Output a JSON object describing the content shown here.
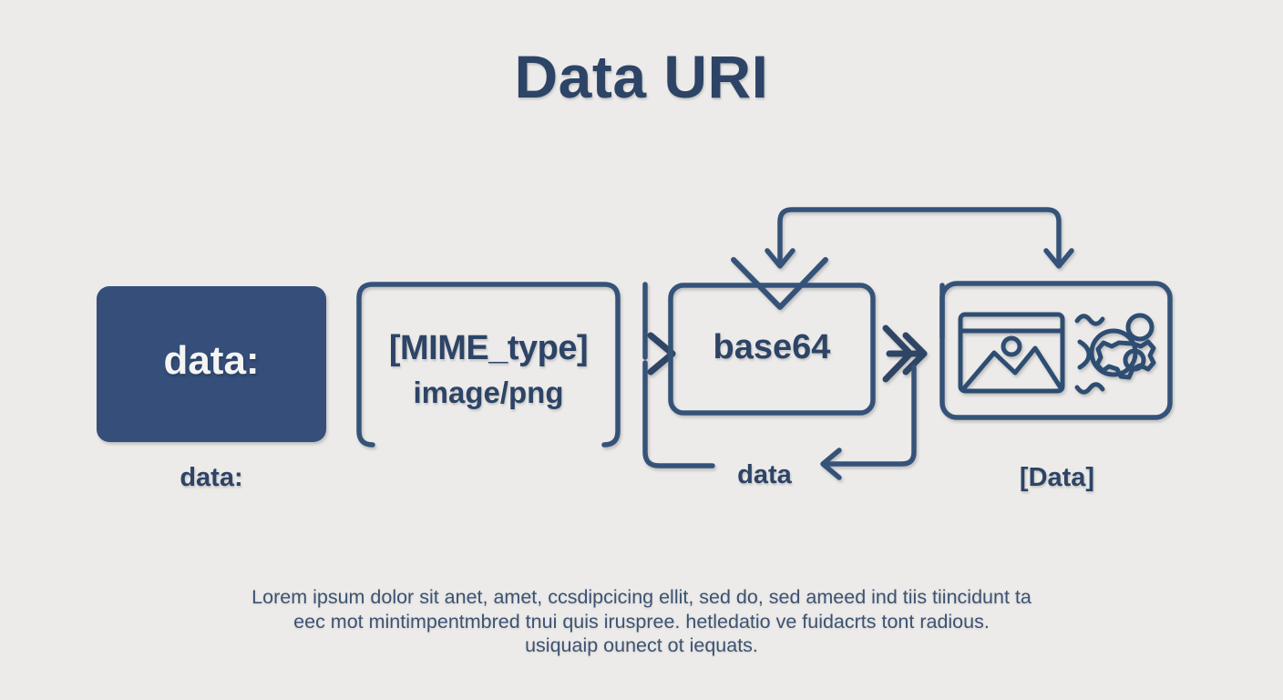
{
  "page": {
    "title": "Data URI",
    "background_color": "#ecebea",
    "accent_color": "#2d4466",
    "stroke_color": "#355379",
    "chip_fill": "#34507a",
    "chip_text_color": "#f4f4f3"
  },
  "nodes": {
    "data_chip": {
      "text": "data:",
      "caption": "data:",
      "shape": "filled-rounded-rect"
    },
    "mime": {
      "main": "[MIME_type]",
      "sub": "image/png",
      "shape": "open-bottom-bracket"
    },
    "base64": {
      "text": "base64",
      "caption": "data",
      "shape": "rounded-rect-outline"
    },
    "output": {
      "caption": "[Data]",
      "shape": "rounded-rect-outline",
      "icons": [
        "image-icon",
        "gear-icon"
      ]
    }
  },
  "connectors": [
    {
      "name": "top-bracket-to-base64",
      "direction": "down"
    },
    {
      "name": "top-bracket-to-output",
      "direction": "down"
    },
    {
      "name": "chevron-into-base64",
      "direction": "down"
    },
    {
      "name": "into-base64",
      "direction": "right"
    },
    {
      "name": "base64-to-output",
      "direction": "right"
    },
    {
      "name": "output-return-to-data",
      "direction": "left"
    }
  ],
  "footer": {
    "line1": "Lorem ipsum dolor sit anet, amet, ccsdipcicing ellit, sed do, sed ameed ind tiis tiincidunt ta",
    "line2": "eec mot mintimpentmbred tnui quis iruspree. hetledatio ve fuidacrts tont radious.",
    "line3": "usiquaip ounect ot iequats."
  }
}
